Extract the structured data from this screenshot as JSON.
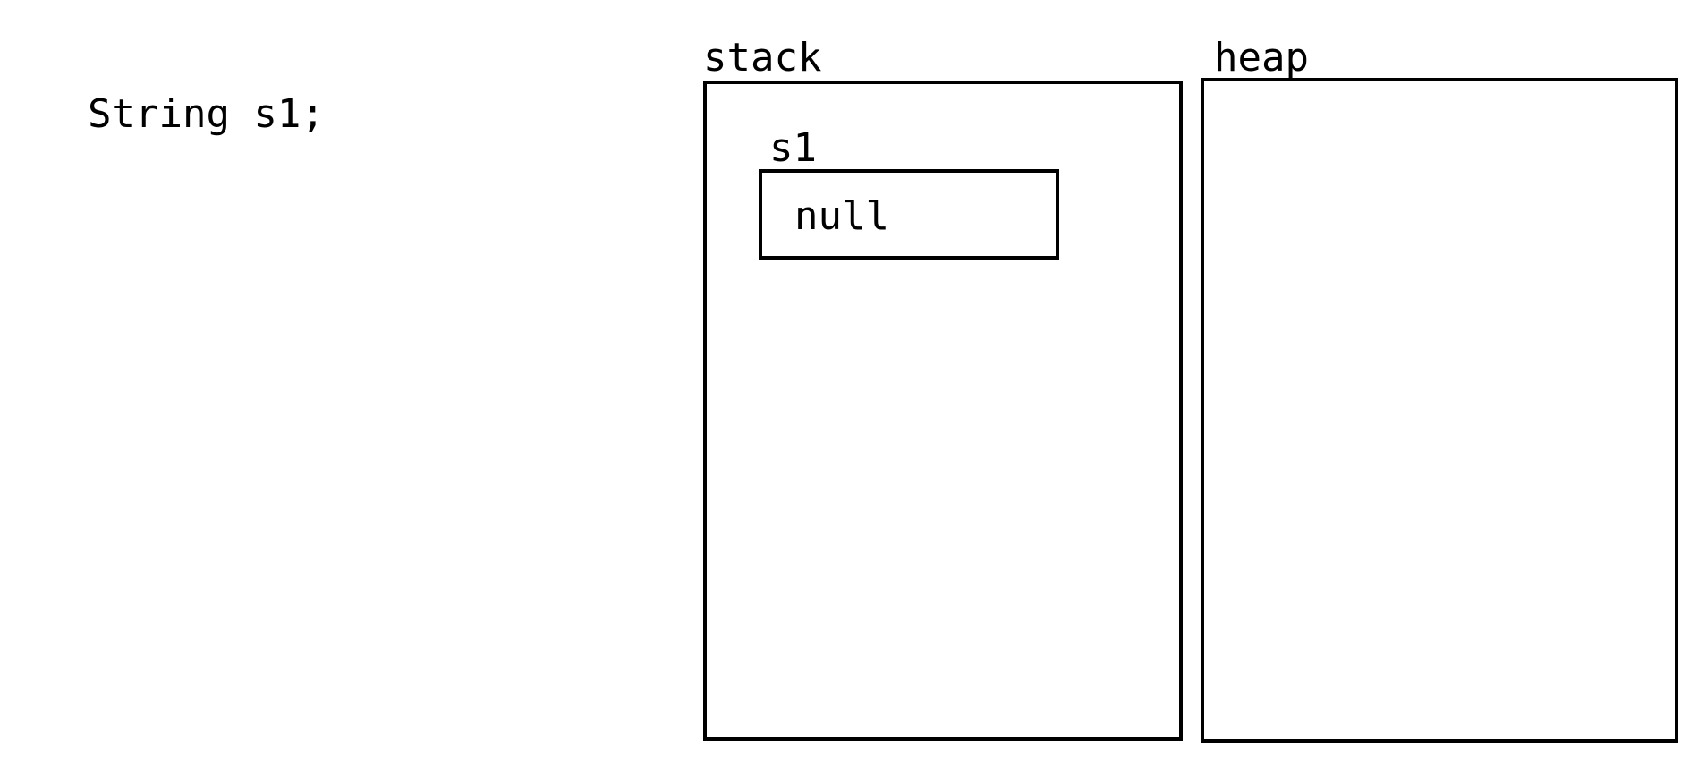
{
  "code": {
    "line": "String s1;"
  },
  "stack": {
    "label": "stack",
    "variables": [
      {
        "name": "s1",
        "value": "null"
      }
    ]
  },
  "heap": {
    "label": "heap"
  }
}
